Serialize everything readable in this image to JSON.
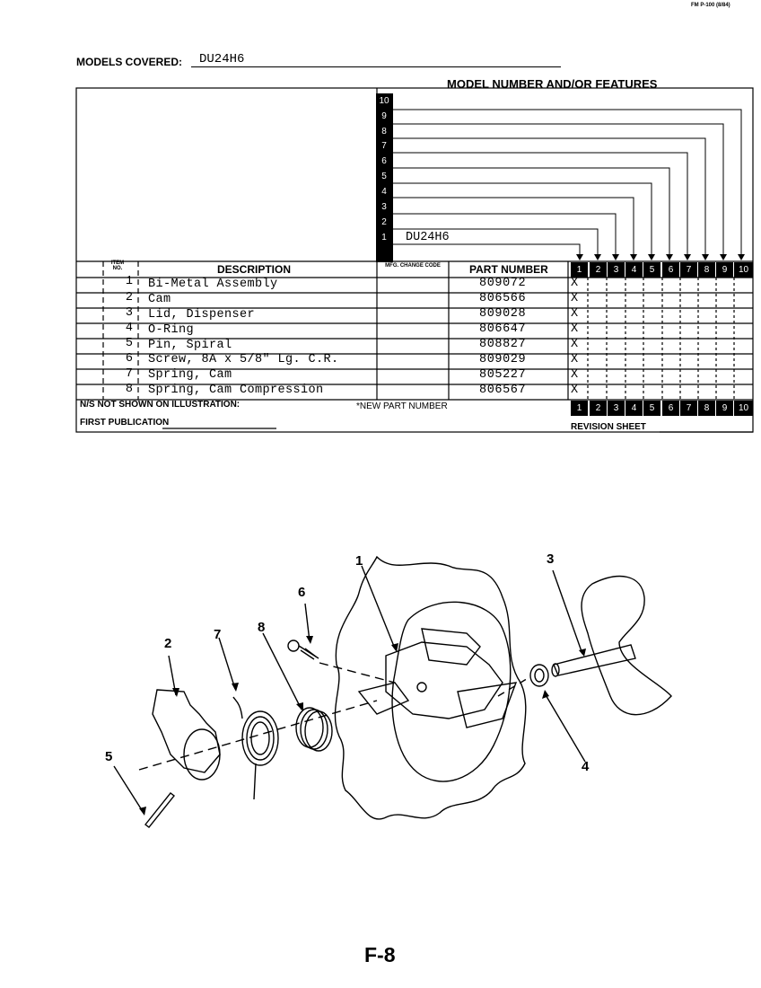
{
  "header": {
    "form_code": "FM P-100 (8/84)",
    "models_label": "MODELS COVERED:",
    "models_value": "DU24H6",
    "features_title": "MODEL NUMBER AND/OR FEATURES"
  },
  "side_numbers": [
    "10",
    "9",
    "8",
    "7",
    "6",
    "5",
    "4",
    "3",
    "2",
    "1"
  ],
  "model_1": "DU24H6",
  "columns": {
    "item_no": "ITEM NO.",
    "description": "DESCRIPTION",
    "mfg_change_code": "MFG. CHANGE CODE",
    "part_number": "PART NUMBER",
    "model_numbers": [
      "1",
      "2",
      "3",
      "4",
      "5",
      "6",
      "7",
      "8",
      "9",
      "10"
    ]
  },
  "parts": [
    {
      "item": "1",
      "description": "Bi-Metal Assembly",
      "part_number": "809072",
      "mark": "X"
    },
    {
      "item": "2",
      "description": "Cam",
      "part_number": "806566",
      "mark": "X"
    },
    {
      "item": "3",
      "description": "Lid, Dispenser",
      "part_number": "809028",
      "mark": "X"
    },
    {
      "item": "4",
      "description": "O-Ring",
      "part_number": "806647",
      "mark": "X"
    },
    {
      "item": "5",
      "description": "Pin, Spiral",
      "part_number": "808827",
      "mark": "X"
    },
    {
      "item": "6",
      "description": "Screw, 8A x 5/8\" Lg. C.R.",
      "part_number": "809029",
      "mark": "X"
    },
    {
      "item": "7",
      "description": "Spring, Cam",
      "part_number": "805227",
      "mark": "X"
    },
    {
      "item": "8",
      "description": "Spring, Cam Compression",
      "part_number": "806567",
      "mark": "X"
    }
  ],
  "footer": {
    "not_shown": "N/S NOT SHOWN ON ILLUSTRATION:",
    "new_part": "*NEW PART NUMBER",
    "first_publication": "FIRST PUBLICATION",
    "revision_sheet": "REVISION SHEET"
  },
  "callouts": [
    "1",
    "2",
    "3",
    "4",
    "5",
    "6",
    "7",
    "8"
  ],
  "page_number": "F-8"
}
